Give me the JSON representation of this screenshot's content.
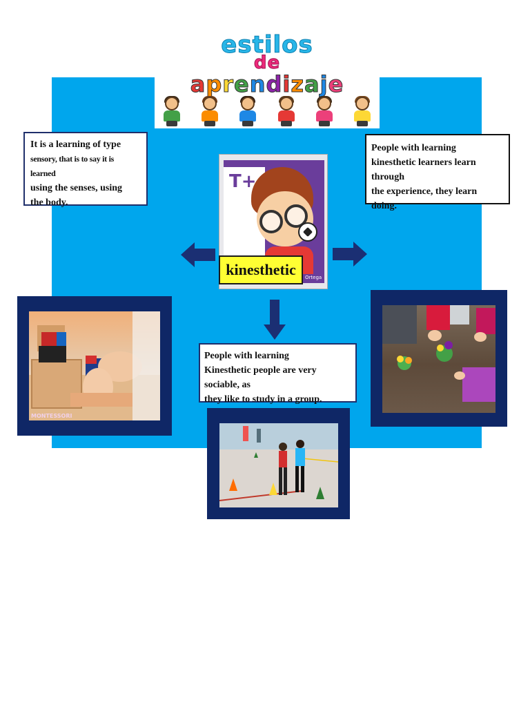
{
  "banner": {
    "title_line_1": "estilos",
    "title_line_2": "de",
    "title_line_3": "aprendizaje",
    "title_3_colors": [
      "#e53935",
      "#fb8c00",
      "#fdd835",
      "#43a047",
      "#1e88e5",
      "#8e24aa",
      "#e53935",
      "#fb8c00",
      "#43a047",
      "#1e88e5",
      "#ec407a"
    ]
  },
  "boxes": {
    "left": {
      "line_1": "It is a learning of type",
      "line_2": "sensory, that is to say it is learned",
      "line_3": "using the senses, using",
      "line_4": "the body."
    },
    "right": {
      "line_1": "People with learning",
      "line_2": "kinesthetic learners learn through",
      "line_3": "the experience, they learn",
      "line_4": "doing."
    },
    "bottom": {
      "line_1": "People with learning",
      "line_2": "Kinesthetic people are very sociable, as",
      "line_3": "they like to study in a group."
    }
  },
  "center": {
    "label": "kinesthetic",
    "symbol": "T+",
    "credit": "Ortega"
  },
  "photos": {
    "left_caption": "MONTESSORI"
  },
  "colors": {
    "panel_blue": "#00a6ed",
    "frame_navy": "#0f2766",
    "label_yellow": "#ffff33",
    "arrow_navy": "#1b2f73"
  }
}
